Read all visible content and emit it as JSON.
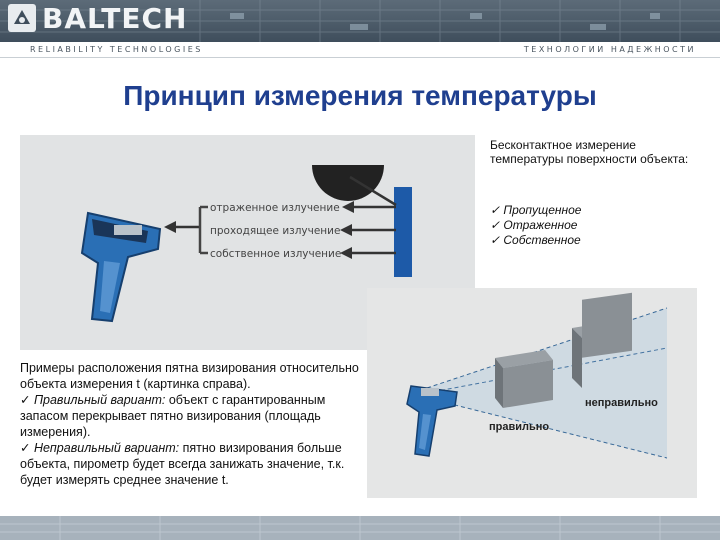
{
  "header": {
    "logo_text": "BALTECH",
    "tagline_left": "RELIABILITY  TECHNOLOGIES",
    "tagline_right": "ТЕХНОЛОГИИ НАДЕЖНОСТИ"
  },
  "title": "Принцип измерения температуры",
  "figure1": {
    "labels": [
      "отраженное излучение",
      "проходящее излучение",
      "собственное излучение"
    ]
  },
  "right_text": {
    "intro": "Бесконтактное измерение температуры поверхности объекта:",
    "items": [
      "Пропущенное",
      "Отраженное",
      "Собственное"
    ]
  },
  "figure2": {
    "label_correct": "правильно",
    "label_wrong": "неправильно"
  },
  "left_text": {
    "intro": "Примеры расположения пятна визирования относительно объекта измерения t (картинка справа).",
    "correct_label": "Правильный вариант:",
    "correct_text": " объект с гарантированным запасом перекрывает пятно визирования (площадь измерения).",
    "wrong_label": "Неправильный вариант:",
    "wrong_text": " пятно визирования больше объекта, пирометр будет всегда занижать значение, т.к. будет измерять среднее значение t."
  },
  "colors": {
    "title": "#1f3f8f",
    "header_bg": "#4b5a68",
    "pyrometer_blue": "#2a6fb5",
    "target_blue": "#1d5aa8"
  },
  "icons": {
    "check": "check-icon"
  }
}
